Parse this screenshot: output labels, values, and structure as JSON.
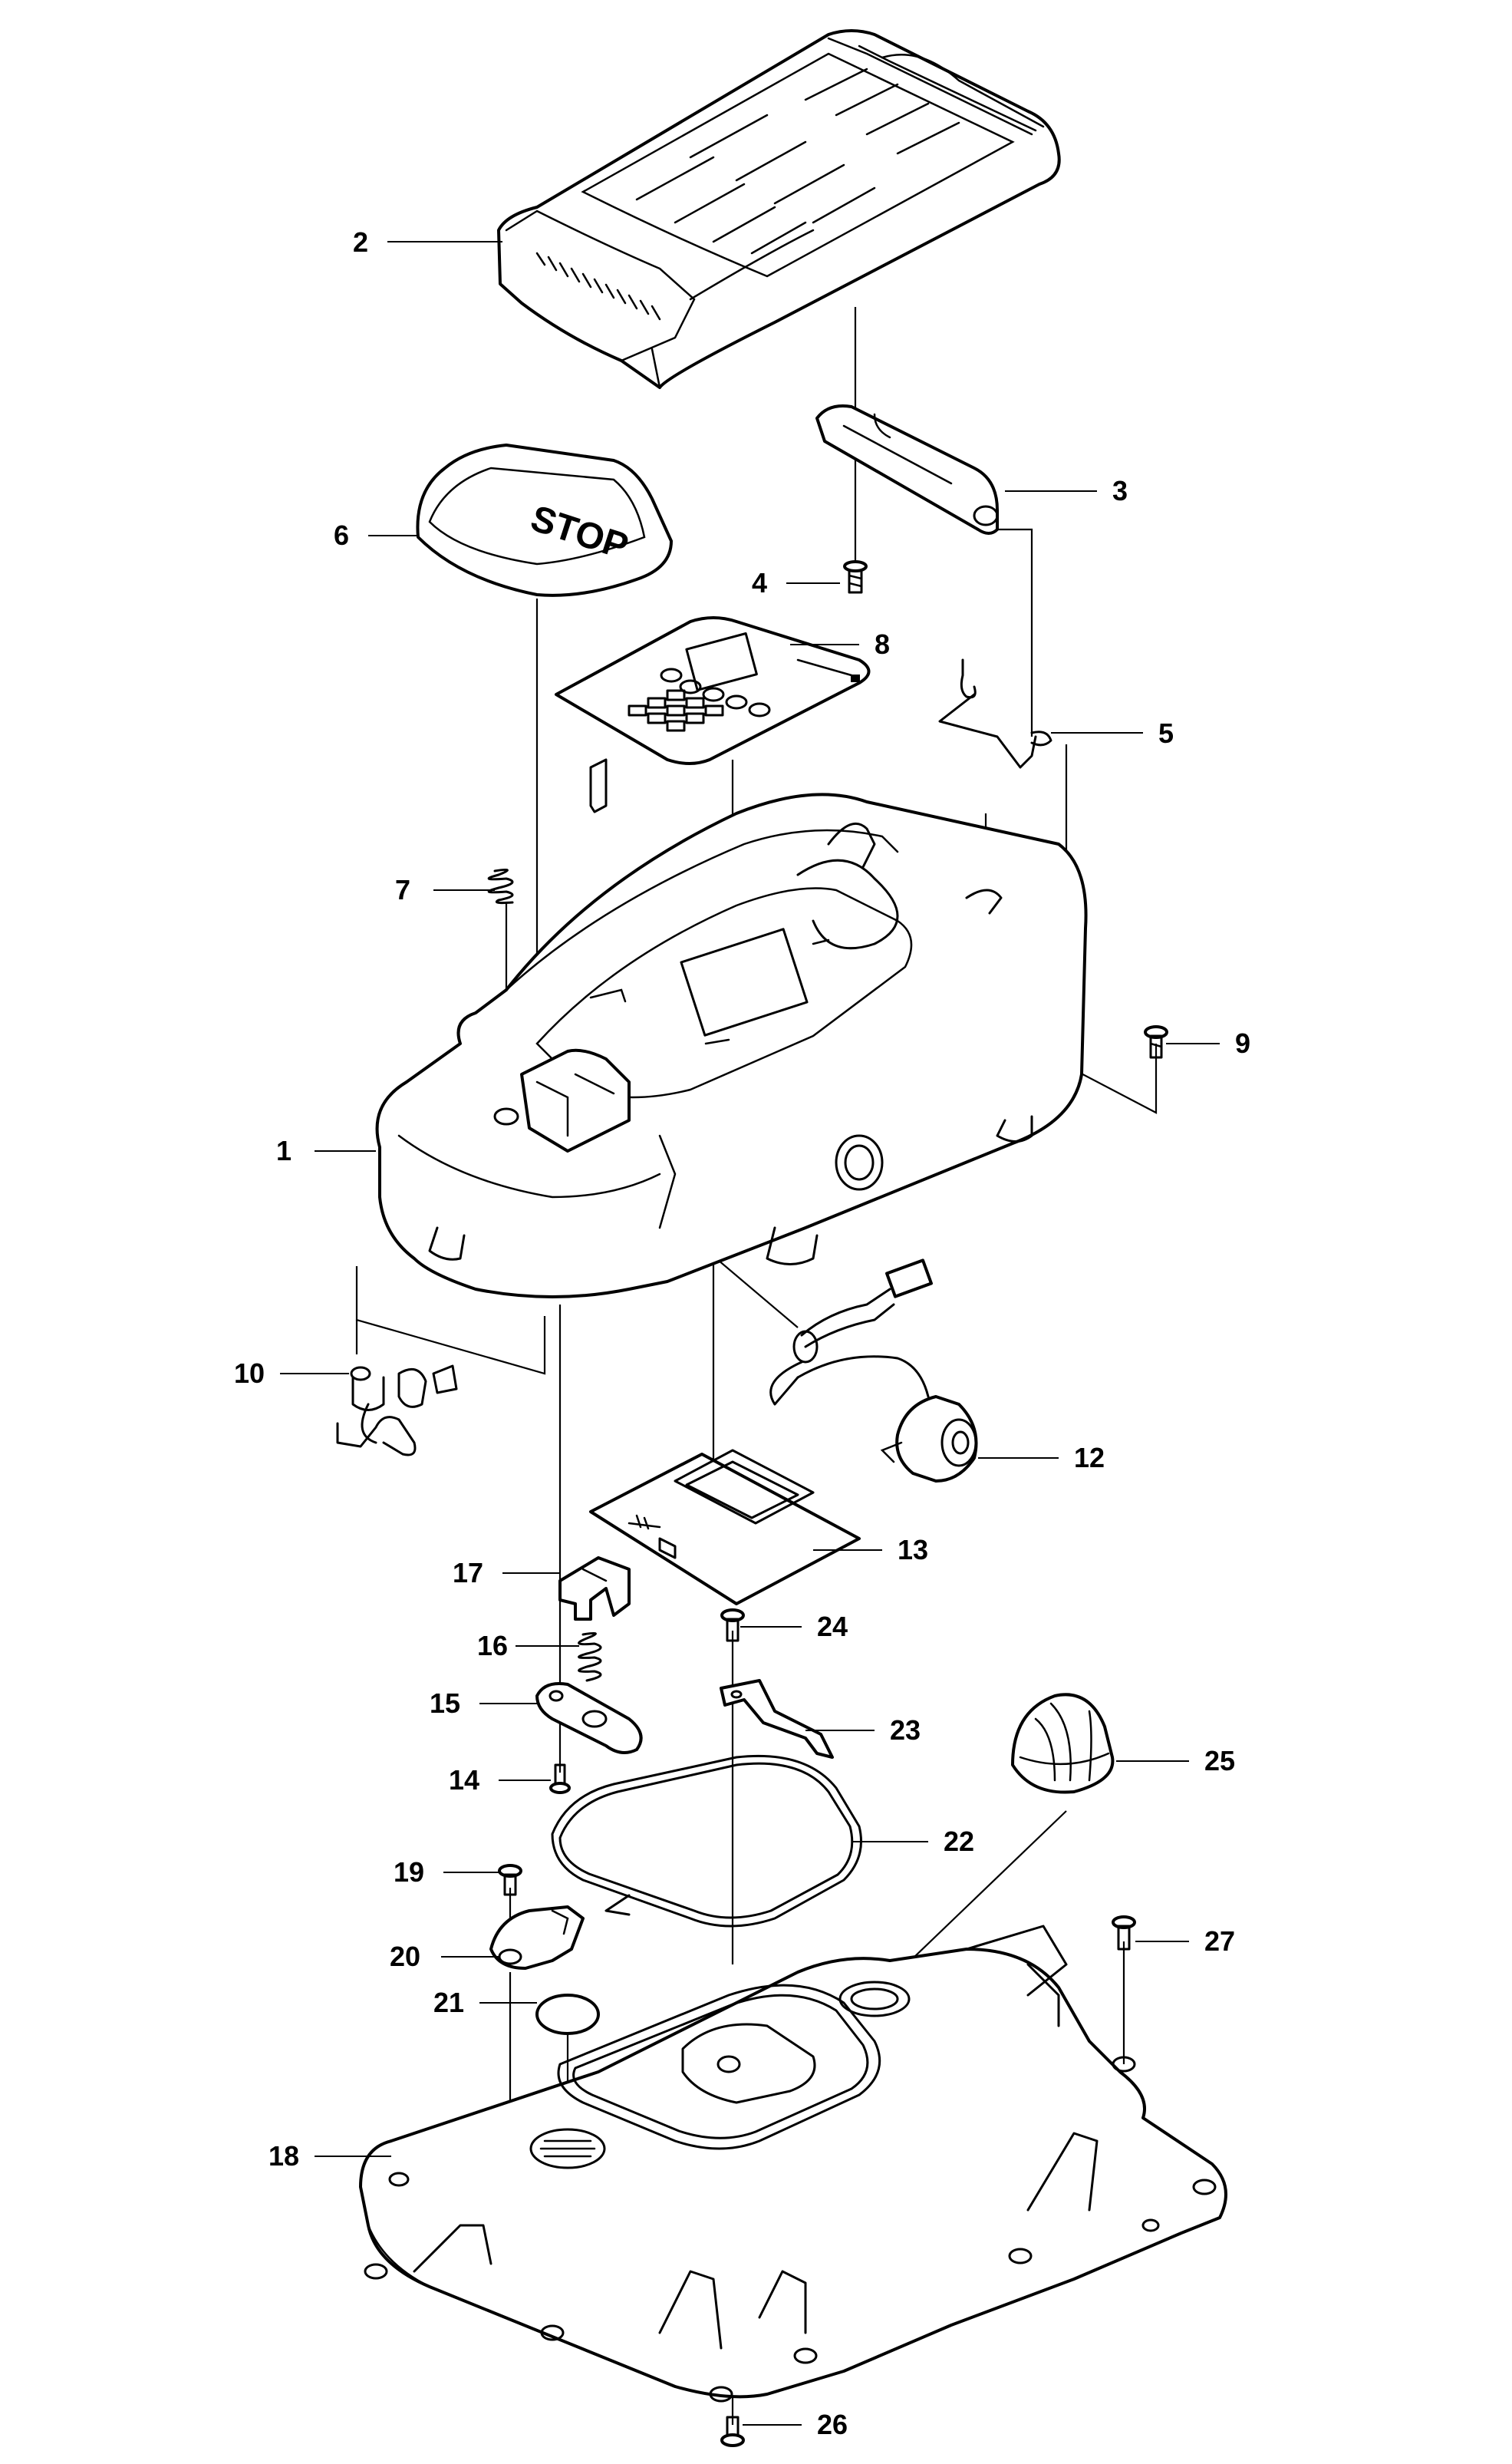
{
  "diagram": {
    "type": "exploded-parts-diagram",
    "callouts": [
      {
        "id": "1",
        "label": "1"
      },
      {
        "id": "2",
        "label": "2"
      },
      {
        "id": "3",
        "label": "3"
      },
      {
        "id": "4",
        "label": "4"
      },
      {
        "id": "5",
        "label": "5"
      },
      {
        "id": "6",
        "label": "6"
      },
      {
        "id": "7",
        "label": "7"
      },
      {
        "id": "8",
        "label": "8"
      },
      {
        "id": "9",
        "label": "9"
      },
      {
        "id": "10",
        "label": "10"
      },
      {
        "id": "12",
        "label": "12"
      },
      {
        "id": "13",
        "label": "13"
      },
      {
        "id": "14",
        "label": "14"
      },
      {
        "id": "15",
        "label": "15"
      },
      {
        "id": "16",
        "label": "16"
      },
      {
        "id": "17",
        "label": "17"
      },
      {
        "id": "18",
        "label": "18"
      },
      {
        "id": "19",
        "label": "19"
      },
      {
        "id": "20",
        "label": "20"
      },
      {
        "id": "21",
        "label": "21"
      },
      {
        "id": "22",
        "label": "22"
      },
      {
        "id": "23",
        "label": "23"
      },
      {
        "id": "24",
        "label": "24"
      },
      {
        "id": "25",
        "label": "25"
      },
      {
        "id": "26",
        "label": "26"
      },
      {
        "id": "27",
        "label": "27"
      }
    ],
    "stop_button_text": "STOP"
  }
}
